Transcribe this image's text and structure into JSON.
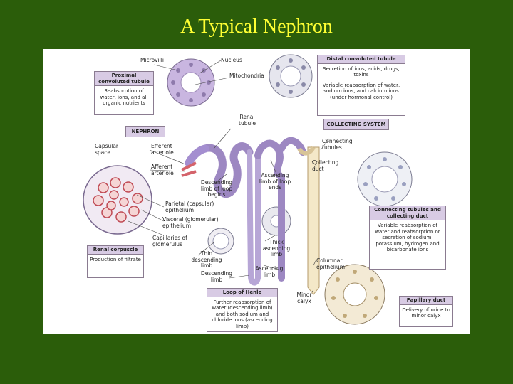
{
  "title": "A Typical Nephron",
  "boxes": {
    "proximal": {
      "heading": "Proximal convoluted tubule",
      "body": "Reabsorption of water, ions, and all organic nutrients"
    },
    "distal": {
      "heading": "Distal convoluted tubule",
      "body1": "Secretion of ions, acids, drugs, toxins",
      "body2": "Variable reabsorption of water, sodium ions, and calcium ions (under hormonal control)"
    },
    "nephron": {
      "heading": "NEPHRON"
    },
    "collecting_system": {
      "heading": "COLLECTING SYSTEM"
    },
    "renal_corpuscle": {
      "heading": "Renal corpuscle",
      "body": "Production of filtrate"
    },
    "loop_of_henle": {
      "heading": "Loop of Henle",
      "body": "Further reabsorption of water (descending limb) and both sodium and chloride ions (ascending limb)"
    },
    "connecting": {
      "heading": "Connecting tubules and collecting duct",
      "body": "Variable reabsorption of water and reabsorption or secretion of sodium, potassium, hydrogen and bicarbonate ions"
    },
    "papillary": {
      "heading": "Papillary duct",
      "body": "Delivery of urine to minor calyx"
    }
  },
  "labels": {
    "microvilli": "Microvilli",
    "nucleus": "Nucleus",
    "mitochondria": "Mitochondria",
    "renal_tubule": "Renal tubule",
    "capsular_space": "Capsular space",
    "efferent_arteriole": "Efferent arteriole",
    "afferent_arteriole": "Afferent arteriole",
    "descending_limb_begins": "Descending limb of loop begins",
    "ascending_limb_ends": "Ascending limb of loop ends",
    "connecting_tubules": "Connecting tubules",
    "collecting_duct": "Collecting duct",
    "parietal": "Parietal (capsular) epithelium",
    "visceral": "Visceral (glomerular) epithelium",
    "capillaries": "Capillaries of glomerulus",
    "thick_ascending": "Thick ascending limb",
    "thin_descending": "Thin descending limb",
    "descending_limb": "Descending limb",
    "ascending_limb": "Ascending limb",
    "columnar": "Columnar epithelium",
    "minor_calyx": "Minor calyx"
  }
}
